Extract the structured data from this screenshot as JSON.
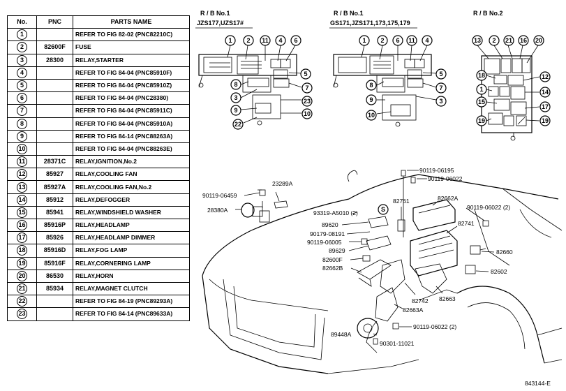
{
  "table": {
    "headers": [
      "No.",
      "PNC",
      "PARTS NAME"
    ],
    "rows": [
      {
        "no": "1",
        "pnc": "",
        "name": "REFER TO FIG 82-02 (PNC82210C)"
      },
      {
        "no": "2",
        "pnc": "82600F",
        "name": "FUSE"
      },
      {
        "no": "3",
        "pnc": "28300",
        "name": "RELAY,STARTER"
      },
      {
        "no": "4",
        "pnc": "",
        "name": "REFER TO FIG 84-04 (PNC85910F)"
      },
      {
        "no": "5",
        "pnc": "",
        "name": "REFER TO FIG 84-04 (PNC85910Z)"
      },
      {
        "no": "6",
        "pnc": "",
        "name": "REFER TO FIG 84-04 (PNC28380)"
      },
      {
        "no": "7",
        "pnc": "",
        "name": "REFER TO FIG 84-04 (PNC85911C)"
      },
      {
        "no": "8",
        "pnc": "",
        "name": "REFER TO FIG 84-04 (PNC85910A)"
      },
      {
        "no": "9",
        "pnc": "",
        "name": "REFER TO FIG 84-14 (PNC88263A)"
      },
      {
        "no": "10",
        "pnc": "",
        "name": "REFER TO FIG 84-04 (PNC88263E)"
      },
      {
        "no": "11",
        "pnc": "28371C",
        "name": "RELAY,IGNITION,No.2"
      },
      {
        "no": "12",
        "pnc": "85927",
        "name": "RELAY,COOLING FAN"
      },
      {
        "no": "13",
        "pnc": "85927A",
        "name": "RELAY,COOLING FAN,No.2"
      },
      {
        "no": "14",
        "pnc": "85912",
        "name": "RELAY,DEFOGGER"
      },
      {
        "no": "15",
        "pnc": "85941",
        "name": "RELAY,WINDSHIELD WASHER"
      },
      {
        "no": "16",
        "pnc": "85916P",
        "name": "RELAY,HEADLAMP"
      },
      {
        "no": "17",
        "pnc": "85926",
        "name": "RELAY,HEADLAMP DIMMER"
      },
      {
        "no": "18",
        "pnc": "85916D",
        "name": "RELAY,FOG LAMP"
      },
      {
        "no": "19",
        "pnc": "85916F",
        "name": "RELAY,CORNERING LAMP"
      },
      {
        "no": "20",
        "pnc": "86530",
        "name": "RELAY,HORN"
      },
      {
        "no": "21",
        "pnc": "85934",
        "name": "RELAY,MAGNET CLUTCH"
      },
      {
        "no": "22",
        "pnc": "",
        "name": "REFER TO FIG 84-19 (PNC89293A)"
      },
      {
        "no": "23",
        "pnc": "",
        "name": "REFER TO FIG 84-14 (PNC89633A)"
      }
    ]
  },
  "rb1a": {
    "title": "R / B No.1",
    "models": "JZS177,UZS17#"
  },
  "rb1b": {
    "title": "R / B No.1",
    "models": "GS171,JZS171,173,175,179"
  },
  "rb2": {
    "title": "R / B No.2"
  },
  "callouts": {
    "c1": "1",
    "c2": "2",
    "c3": "3",
    "c4": "4",
    "c5": "5",
    "c6": "6",
    "c7": "7",
    "c8": "8",
    "c9": "9",
    "c10": "10",
    "c11": "11",
    "c12": "12",
    "c13": "13",
    "c14": "14",
    "c15": "15",
    "c16": "16",
    "c17": "17",
    "c18": "18",
    "c19": "19",
    "c20": "20",
    "c21": "21",
    "c22": "22",
    "c23": "23",
    "s": "S"
  },
  "labels": {
    "l23289A": "23289A",
    "l90119_06459": "90119-06459",
    "l28380A": "28380A",
    "l93319": "93319-A5010 (2)",
    "l89620": "89620",
    "l90179": "90179-08191",
    "l90119_06005": "90119-06005",
    "l89629": "89629",
    "l82600F": "82600F",
    "l82662B": "82662B",
    "l90119_06195": "90119-06195",
    "l90119_06022a": "90119-06022",
    "l82761": "82761",
    "l82662A": "82662A",
    "l90119_06022b": "90119-06022 (2)",
    "l82741": "82741",
    "l82660": "82660",
    "l82602": "82602",
    "l82742": "82742",
    "l82663": "82663",
    "l82663A": "82663A",
    "l90119_06022c": "90119-06022 (2)",
    "l89448A": "89448A",
    "l90301": "90301-11021",
    "figure_id": "843144-E"
  }
}
